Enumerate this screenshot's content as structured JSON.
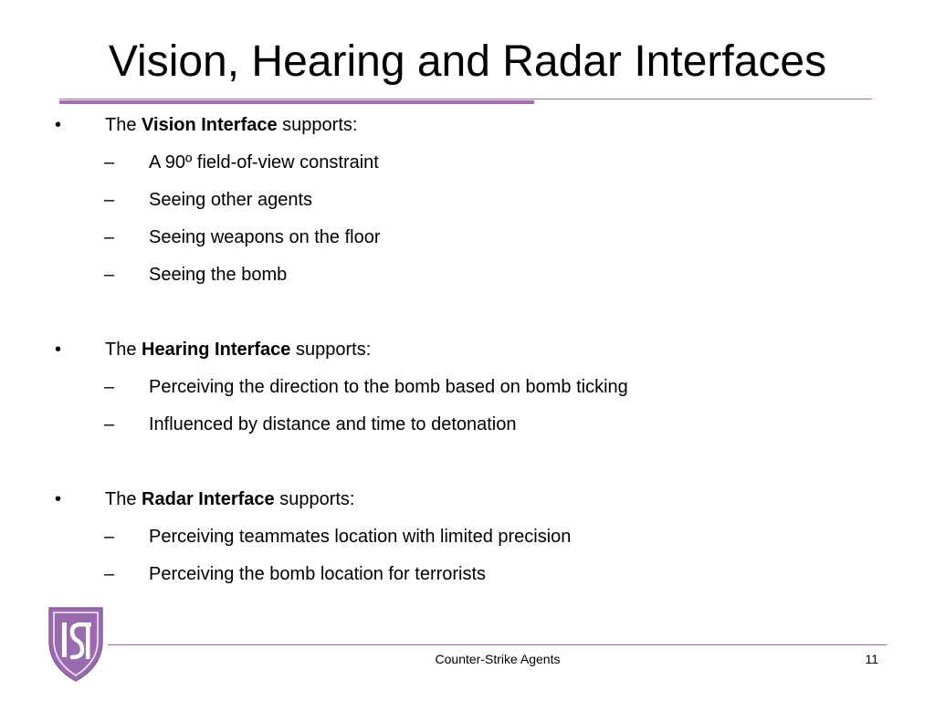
{
  "slide": {
    "title": "Vision, Hearing and Radar Interfaces",
    "sections": [
      {
        "prefix": "The ",
        "bold": "Vision Interface",
        "suffix": " supports:",
        "items": [
          "A 90º field-of-view constraint",
          "Seeing other agents",
          "Seeing weapons on the floor",
          "Seeing the bomb"
        ]
      },
      {
        "prefix": "The ",
        "bold": "Hearing Interface",
        "suffix": " supports:",
        "items": [
          "Perceiving the direction to the bomb based on bomb ticking",
          "Influenced by distance and time to detonation"
        ]
      },
      {
        "prefix": "The ",
        "bold": "Radar Interface",
        "suffix": " supports:",
        "items": [
          "Perceiving teammates location with limited precision",
          "Perceiving the bomb location for terrorists"
        ]
      }
    ],
    "bullet_marker": "•",
    "dash_marker": "–",
    "logo_text": "IST",
    "footer": "Counter-Strike Agents",
    "page_number": "11"
  },
  "colors": {
    "accent": "#a36fb0",
    "logo_fill": "#9b6bb0"
  }
}
